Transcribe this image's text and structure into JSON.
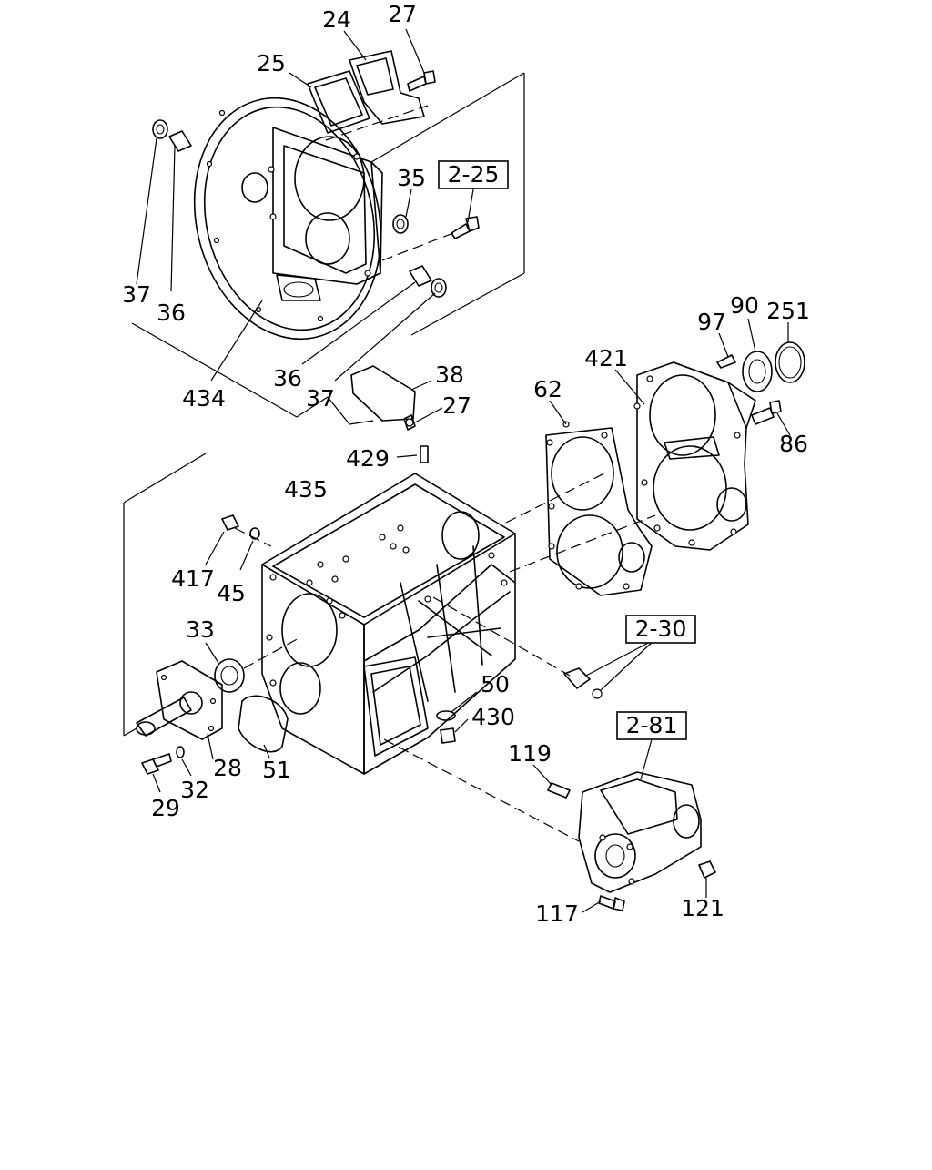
{
  "labels": {
    "l24": "24",
    "l27a": "27",
    "l25": "25",
    "l35": "35",
    "l37a": "37",
    "l36a": "36",
    "l36b": "36",
    "l37b": "37",
    "l434": "434",
    "l38": "38",
    "l27b": "27",
    "l429": "429",
    "l435": "435",
    "l417": "417",
    "l45": "45",
    "l33": "33",
    "l28": "28",
    "l32": "32",
    "l29": "29",
    "l51": "51",
    "l50": "50",
    "l430": "430",
    "l62": "62",
    "l421": "421",
    "l97": "97",
    "l90": "90",
    "l251": "251",
    "l86": "86",
    "l119": "119",
    "l117": "117",
    "l121": "121"
  },
  "refs": {
    "r225": "2-25",
    "r230": "2-30",
    "r281": "2-81"
  }
}
